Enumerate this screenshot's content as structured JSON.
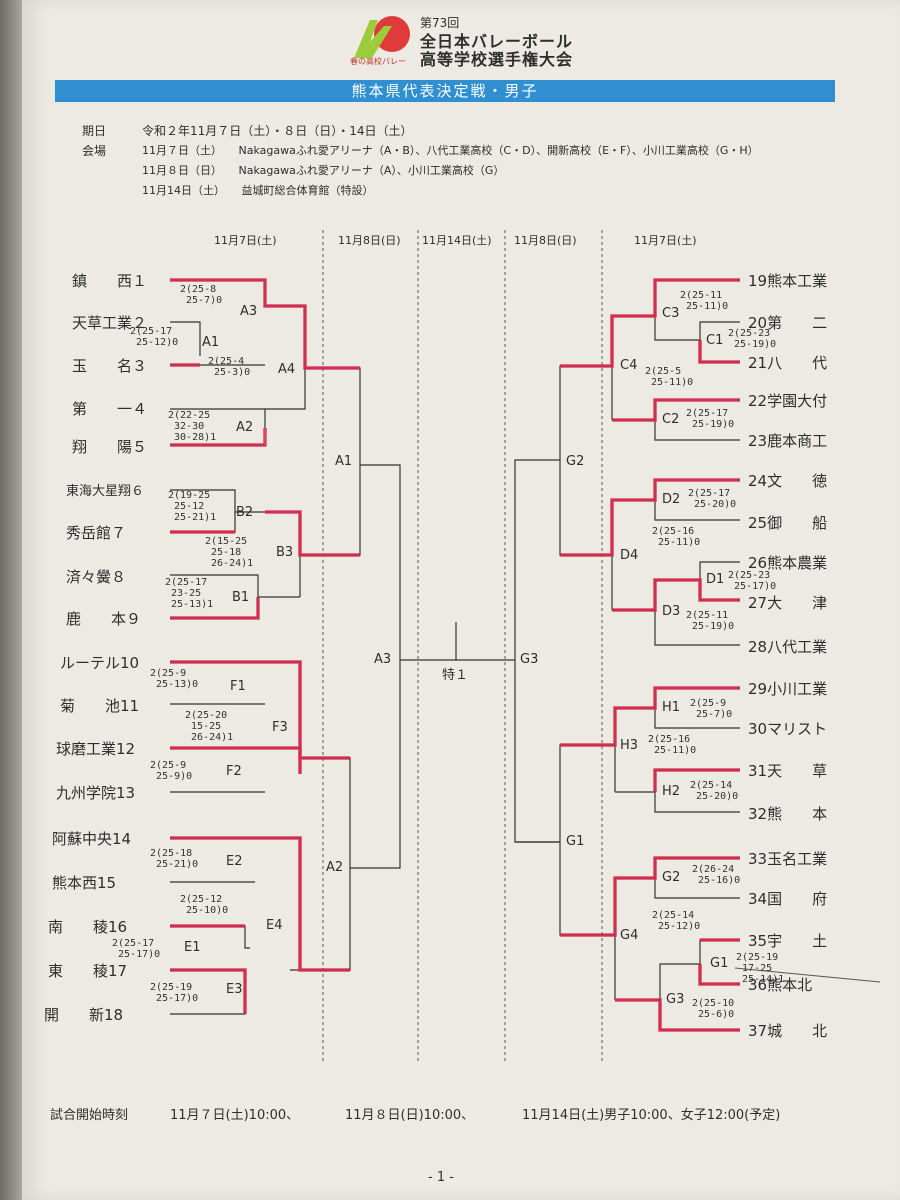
{
  "header": {
    "edition": "第73回",
    "line1": "全日本バレーボール",
    "line2": "高等学校選手権大会",
    "logo_caption": "春の高校バレー",
    "banner": "熊本県代表決定戦・男子"
  },
  "info": [
    {
      "label": "期日",
      "text": "令和２年11月７日（土）・８日（日）・14日（土）"
    },
    {
      "label": "会場",
      "text": "11月７日（土）　　Nakagawaふれ愛アリーナ（A・B）、八代工業高校（C・D）、開新高校（E・F）、小川工業高校（G・H）"
    },
    {
      "label": "",
      "text": "11月８日（日）　　Nakagawaふれ愛アリーナ（A）、小川工業高校（G）"
    },
    {
      "label": "",
      "text": "11月14日（土）　　益城町総合体育館（特設）"
    }
  ],
  "round_dates": [
    "11月7日(土)",
    "11月8日(日)",
    "11月14日(土)",
    "11月8日(日)",
    "11月7日(土)"
  ],
  "left_teams": [
    "鎮　　西１",
    "天草工業２",
    "玉　　名３",
    "第　　一４",
    "翔　　陽５",
    "東海大星翔６",
    "秀岳館７",
    "済々黌８",
    "鹿　　本９",
    "ルーテル10",
    "菊　　池11",
    "球磨工業12",
    "九州学院13",
    "阿蘇中央14",
    "熊本西15",
    "南　　稜16",
    "東　　稜17",
    "開　　新18"
  ],
  "right_teams": [
    "19熊本工業",
    "20第　　二",
    "21八　　代",
    "22学園大付",
    "23鹿本商工",
    "24文　　徳",
    "25御　　船",
    "26熊本農業",
    "27大　　津",
    "28八代工業",
    "29小川工業",
    "30マリスト",
    "31天　　草",
    "32熊　　本",
    "33玉名工業",
    "34国　　府",
    "35宇　　土",
    "36熊本北",
    "37城　　北"
  ],
  "match_labels": {
    "A1": "A1",
    "A2": "A2",
    "A3": "A3",
    "A4": "A4",
    "B1": "B1",
    "B2": "B2",
    "B3": "B3",
    "E1": "E1",
    "E2": "E2",
    "E3": "E3",
    "E4": "E4",
    "F1": "F1",
    "F2": "F2",
    "F3": "F3",
    "C1": "C1",
    "C2": "C2",
    "C3": "C3",
    "C4": "C4",
    "D1": "D1",
    "D2": "D2",
    "D3": "D3",
    "D4": "D4",
    "G1": "G1",
    "G2": "G2",
    "G3": "G3",
    "G4": "G4",
    "H1": "H1",
    "H2": "H2",
    "H3": "H3",
    "final": "特１"
  },
  "scores": {
    "A3": "2(25-8 \n 25-7)0",
    "A1": "2(25-17\n 25-12)0",
    "A4": "2(25-4 \n 25-3)0",
    "A2": "2(22-25\n 32-30\n 30-28)1",
    "B2": "2(19-25\n 25-12\n 25-21)1",
    "B3": "2(15-25\n 25-18\n 26-24)1",
    "B1": "2(25-17\n 23-25\n 25-13)1",
    "F1": "2(25-9 \n 25-13)0",
    "F3": "2(25-20\n 15-25\n 26-24)1",
    "F2": "2(25-9 \n 25-9)0",
    "E2": "2(25-18\n 25-21)0",
    "E4": "2(25-12\n 25-10)0",
    "E1": "2(25-17\n 25-17)0",
    "E3": "2(25-19\n 25-17)0",
    "C3": "2(25-11\n 25-11)0",
    "C1": "2(25-23\n 25-19)0",
    "C4": "2(25-5 \n 25-11)0",
    "C2": "2(25-17\n 25-19)0",
    "D2": "2(25-17\n 25-20)0",
    "D4": "2(25-16\n 25-11)0",
    "D1": "2(25-23\n 25-17)0",
    "D3": "2(25-11\n 25-19)0",
    "H1": "2(25-9 \n 25-7)0",
    "H3": "2(25-16\n 25-11)0",
    "H2": "2(25-14\n 25-20)0",
    "G2": "2(26-24\n 25-16)0",
    "G4": "2(25-14\n 25-12)0",
    "G1": "2(25-19\n 17-25\n 25-14)1",
    "G3": "2(25-10\n 25-6)0"
  },
  "footer": {
    "label": "試合開始時刻",
    "t1": "11月７日(土)10:00、",
    "t2": "11月８日(日)10:00、",
    "t3": "11月14日(土)男子10:00、女子12:00(予定)",
    "page": "- 1 -"
  },
  "colors": {
    "banner": "#2f8fd0",
    "marker": "#d9264a",
    "line": "#333333"
  }
}
